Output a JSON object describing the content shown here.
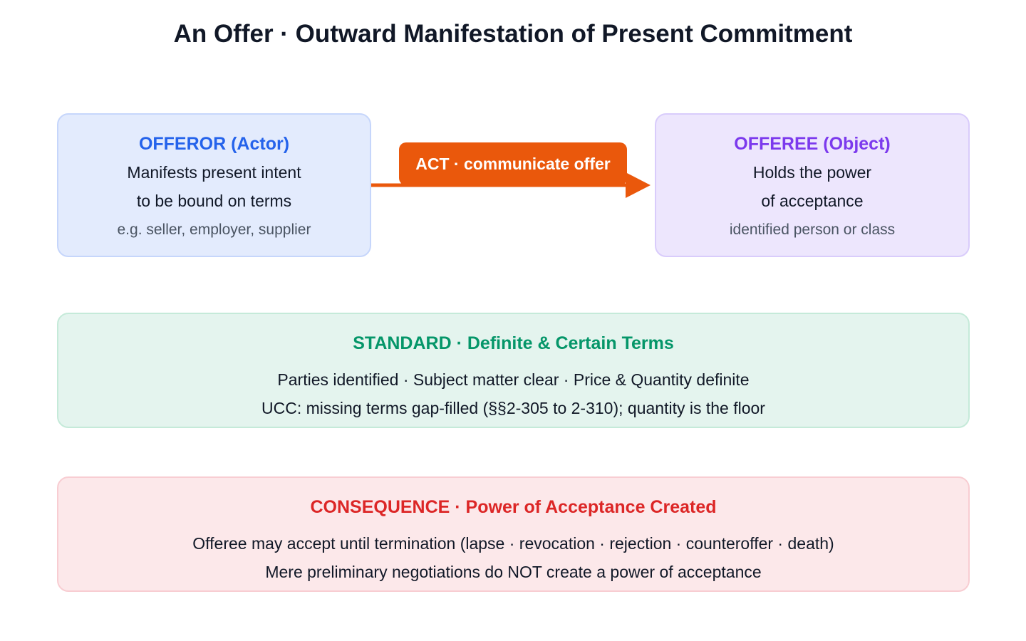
{
  "title": "An Offer · Outward Manifestation of Present Commitment",
  "offeror": {
    "heading": "OFFEROR (Actor)",
    "line1": "Manifests present intent",
    "line2": "to be bound on terms",
    "note": "e.g. seller, employer, supplier"
  },
  "act": {
    "label": "ACT · communicate offer"
  },
  "offeree": {
    "heading": "OFFEREE (Object)",
    "line1": "Holds the power",
    "line2": "of acceptance",
    "note": "identified person or class"
  },
  "standard": {
    "heading": "STANDARD · Definite & Certain Terms",
    "line1": "Parties identified · Subject matter clear · Price & Quantity definite",
    "line2": "UCC: missing terms gap-filled (§§2-305 to 2-310); quantity is the floor"
  },
  "consequence": {
    "heading": "CONSEQUENCE · Power of Acceptance Created",
    "line1": "Offeree may accept until termination (lapse · revocation · rejection · counteroffer · death)",
    "line2": "Mere preliminary negotiations do NOT create a power of acceptance"
  },
  "colors": {
    "offeror_accent": "#2563eb",
    "offeree_accent": "#7c3aed",
    "standard_accent": "#059669",
    "consequence_accent": "#dc2626",
    "act_accent": "#ea580c"
  }
}
